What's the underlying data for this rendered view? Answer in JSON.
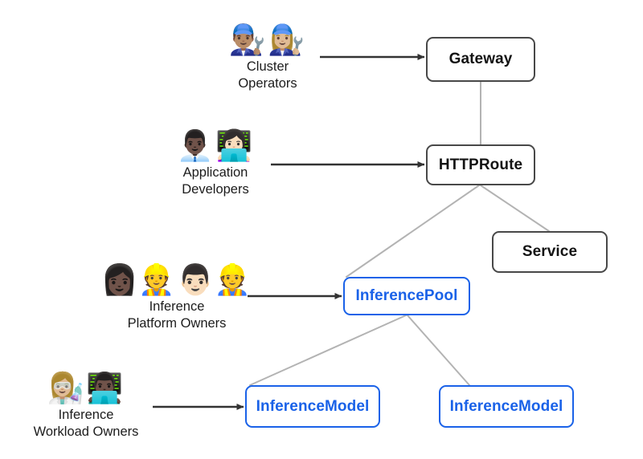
{
  "diagram": {
    "title": "Gateway API Inference Extension resource model",
    "background": "#ffffff",
    "colors": {
      "standard_border": "#484848",
      "standard_text": "#131313",
      "inference_border": "#1a62e8",
      "inference_text": "#1a62e8",
      "arrow": "#333333",
      "link": "#b3b3b3",
      "label_text": "#1c1c1c"
    },
    "nodes": [
      {
        "id": "gateway",
        "label": "Gateway",
        "kind": "standard"
      },
      {
        "id": "httproute",
        "label": "HTTPRoute",
        "kind": "standard"
      },
      {
        "id": "service",
        "label": "Service",
        "kind": "standard"
      },
      {
        "id": "inferencepool",
        "label": "InferencePool",
        "kind": "inference"
      },
      {
        "id": "inferencemodel-1",
        "label": "InferenceModel",
        "kind": "inference"
      },
      {
        "id": "inferencemodel-2",
        "label": "InferenceModel",
        "kind": "inference"
      }
    ],
    "personas": [
      {
        "id": "cluster-operators",
        "emojis": "👨🏽‍🔧👩🏼‍🔧",
        "emoji_names": "man-mechanic-icon woman-mechanic-icon",
        "line1": "Cluster",
        "line2": "Operators",
        "targets": "Gateway"
      },
      {
        "id": "application-developers",
        "emojis": "👨🏿‍💼👩🏻‍💻",
        "emoji_names": "man-office-worker-icon woman-technologist-icon",
        "line1": "Application",
        "line2": "Developers",
        "targets": "HTTPRoute"
      },
      {
        "id": "inference-platform-owners",
        "emojis": "👩🏿‍👷👨🏻‍👷",
        "emoji_names": "woman-construction-worker-icon man-construction-worker-icon",
        "line1": "Inference",
        "line2": "Platform Owners",
        "targets": "InferencePool"
      },
      {
        "id": "inference-workload-owners",
        "emojis": "👩🏼‍🔬👨🏿‍💻",
        "emoji_names": "woman-scientist-icon man-technologist-icon",
        "line1": "Inference",
        "line2": "Workload Owners",
        "targets": "InferenceModel"
      }
    ],
    "links": [
      {
        "from": "Gateway",
        "to": "HTTPRoute",
        "style": "grey-line"
      },
      {
        "from": "HTTPRoute",
        "to": "InferencePool",
        "style": "grey-line"
      },
      {
        "from": "HTTPRoute",
        "to": "Service",
        "style": "grey-line"
      },
      {
        "from": "InferencePool",
        "to": "InferenceModel",
        "style": "grey-line"
      },
      {
        "from": "InferencePool",
        "to": "InferenceModel",
        "style": "grey-line"
      }
    ]
  }
}
